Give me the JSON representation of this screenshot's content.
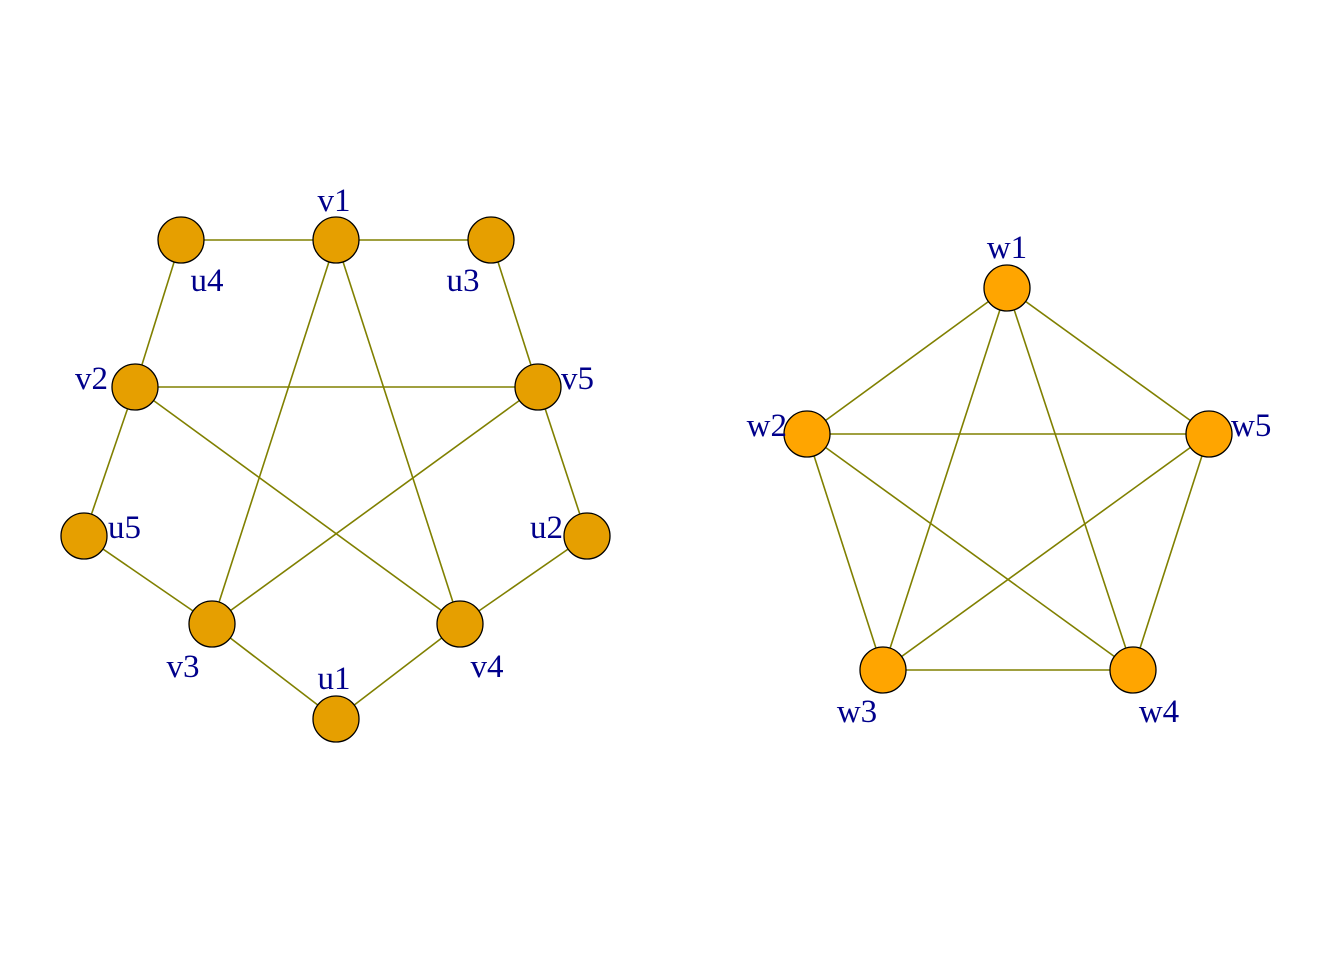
{
  "colors": {
    "background": "#ffffff",
    "edge": "#808000",
    "label": "#00008b",
    "node_outline": "#000000",
    "graph1_node_fill": "#e69f00",
    "graph2_node_fill": "#ffa500"
  },
  "graphs": [
    {
      "id": "graph-1",
      "nodes": [
        {
          "id": "v1",
          "label": "v1"
        },
        {
          "id": "v2",
          "label": "v2"
        },
        {
          "id": "v3",
          "label": "v3"
        },
        {
          "id": "v4",
          "label": "v4"
        },
        {
          "id": "v5",
          "label": "v5"
        },
        {
          "id": "u1",
          "label": "u1"
        },
        {
          "id": "u2",
          "label": "u2"
        },
        {
          "id": "u3",
          "label": "u3"
        },
        {
          "id": "u4",
          "label": "u4"
        },
        {
          "id": "u5",
          "label": "u5"
        }
      ],
      "edges": [
        [
          "u4",
          "v1"
        ],
        [
          "v1",
          "u3"
        ],
        [
          "u3",
          "v5"
        ],
        [
          "v5",
          "u2"
        ],
        [
          "u2",
          "v4"
        ],
        [
          "v4",
          "u1"
        ],
        [
          "u1",
          "v3"
        ],
        [
          "v3",
          "u5"
        ],
        [
          "u5",
          "v2"
        ],
        [
          "v2",
          "u4"
        ],
        [
          "v1",
          "v3"
        ],
        [
          "v1",
          "v4"
        ],
        [
          "v2",
          "v5"
        ],
        [
          "v2",
          "v4"
        ],
        [
          "v3",
          "v5"
        ]
      ]
    },
    {
      "id": "graph-2",
      "nodes": [
        {
          "id": "w1",
          "label": "w1"
        },
        {
          "id": "w2",
          "label": "w2"
        },
        {
          "id": "w3",
          "label": "w3"
        },
        {
          "id": "w4",
          "label": "w4"
        },
        {
          "id": "w5",
          "label": "w5"
        }
      ],
      "edges": [
        [
          "w1",
          "w2"
        ],
        [
          "w1",
          "w3"
        ],
        [
          "w1",
          "w4"
        ],
        [
          "w1",
          "w5"
        ],
        [
          "w2",
          "w3"
        ],
        [
          "w2",
          "w4"
        ],
        [
          "w2",
          "w5"
        ],
        [
          "w3",
          "w4"
        ],
        [
          "w3",
          "w5"
        ],
        [
          "w4",
          "w5"
        ]
      ]
    }
  ]
}
